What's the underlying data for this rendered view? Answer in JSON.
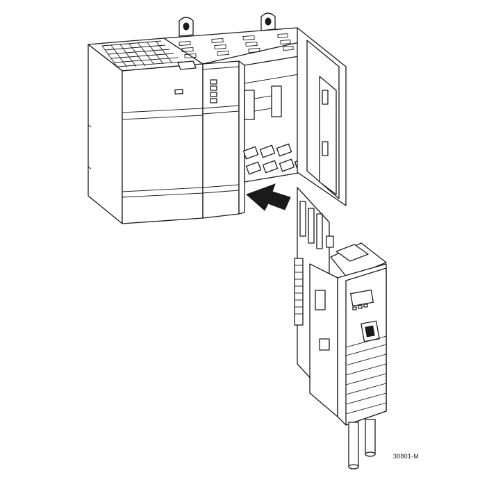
{
  "figure": {
    "caption": "30801-M",
    "colors": {
      "line": "#1a1a1a",
      "background": "#ffffff"
    },
    "parts": [
      "chassis",
      "power-supply-module",
      "slot-cover-door",
      "insertion-arrow",
      "controller-module"
    ]
  }
}
